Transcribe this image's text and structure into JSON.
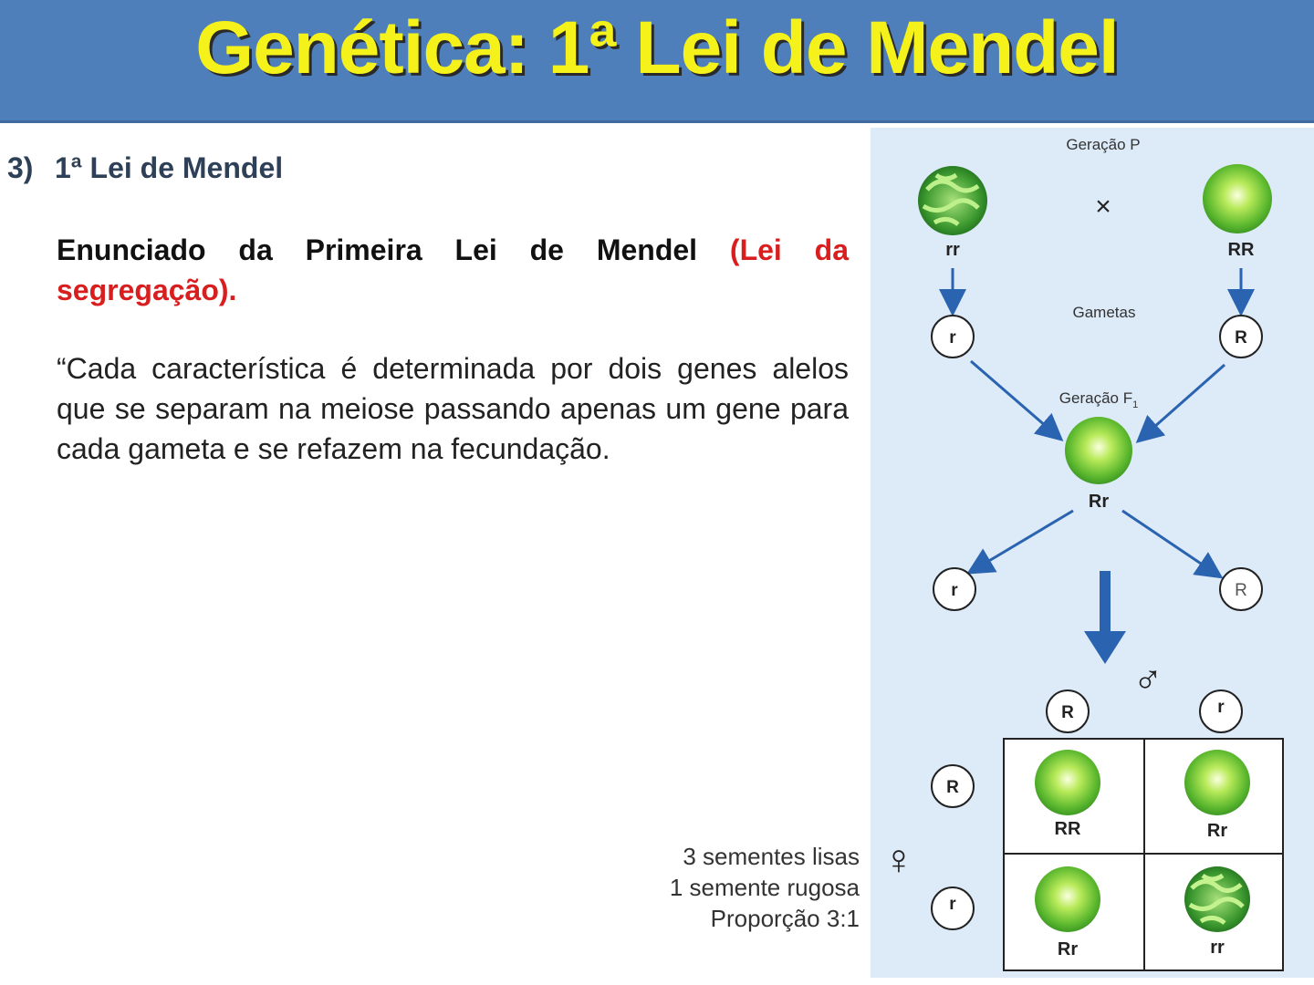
{
  "header": {
    "title": "Genética: 1ª Lei de Mendel"
  },
  "section": {
    "number": "3)",
    "title": "1ª Lei de Mendel"
  },
  "statement": {
    "text": "Enunciado da Primeira Lei de Mendel ",
    "highlight": "(Lei da segregação)."
  },
  "quote": "“Cada característica é determinada por dois genes alelos que se separam na meiose passando apenas um gene para cada gameta e se refazem na fecundação.",
  "summary": {
    "line1": "3 sementes lisas",
    "line2": "1 semente rugosa",
    "line3": "Proporção 3:1"
  },
  "diagram": {
    "label_p": "Geração P",
    "cross": "×",
    "parent_left": "rr",
    "parent_right": "RR",
    "label_gametes": "Gametas",
    "gamete_left": "r",
    "gamete_right": "R",
    "label_f1_main": "Geração F",
    "label_f1_sub": "1",
    "f1_genotype": "Rr",
    "f1_gamete_left": "r",
    "f1_gamete_right": "R",
    "male_symbol": "♂",
    "female_symbol": "♀",
    "male_gamete_1": "R",
    "male_gamete_2": "r",
    "female_gamete_1": "R",
    "female_gamete_2": "r",
    "grid": [
      "RR",
      "Rr",
      "Rr",
      "rr"
    ],
    "colors": {
      "smooth_pea": "#7fd43a",
      "wrinkled_pea": "#2f8f2a",
      "arrow": "#2a63b0"
    }
  }
}
